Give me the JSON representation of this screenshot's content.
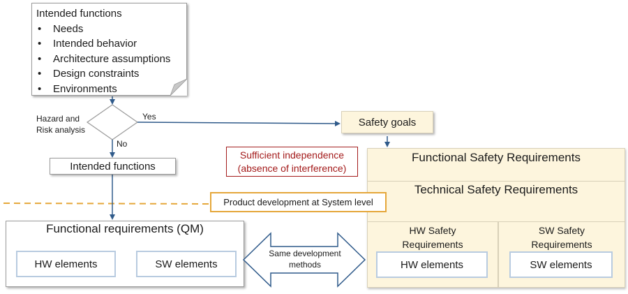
{
  "intended_functions_note": {
    "title": "Intended functions",
    "items": [
      "Needs",
      "Intended behavior",
      "Architecture assumptions",
      "Design constraints",
      "Environments"
    ]
  },
  "decision": {
    "label_line1": "Hazard and",
    "label_line2": "Risk analysis",
    "yes": "Yes",
    "no": "No"
  },
  "intended_functions_box": "Intended functions",
  "safety_goals": "Safety goals",
  "independence": {
    "line1": "Sufficient independence",
    "line2": "(absence of interference)"
  },
  "safety_requirements": {
    "functional": "Functional Safety Requirements",
    "technical": "Technical Safety Requirements",
    "hw": {
      "line1": "HW Safety",
      "line2": "Requirements",
      "element": "HW elements"
    },
    "sw": {
      "line1": "SW Safety",
      "line2": "Requirements",
      "element": "SW elements"
    }
  },
  "product_development": "Product development  at System level",
  "functional_requirements": {
    "title": "Functional requirements (QM)",
    "hw_element": "HW elements",
    "sw_element": "SW elements"
  },
  "double_arrow": {
    "line1": "Same development",
    "line2": "methods"
  },
  "colors": {
    "flow_arrow": "#2f5a8a",
    "dashed_line": "#e5a73a",
    "independence_border": "#a31a1a",
    "cream_fill": "#fdf5dd",
    "element_border": "#b8cbe0"
  }
}
